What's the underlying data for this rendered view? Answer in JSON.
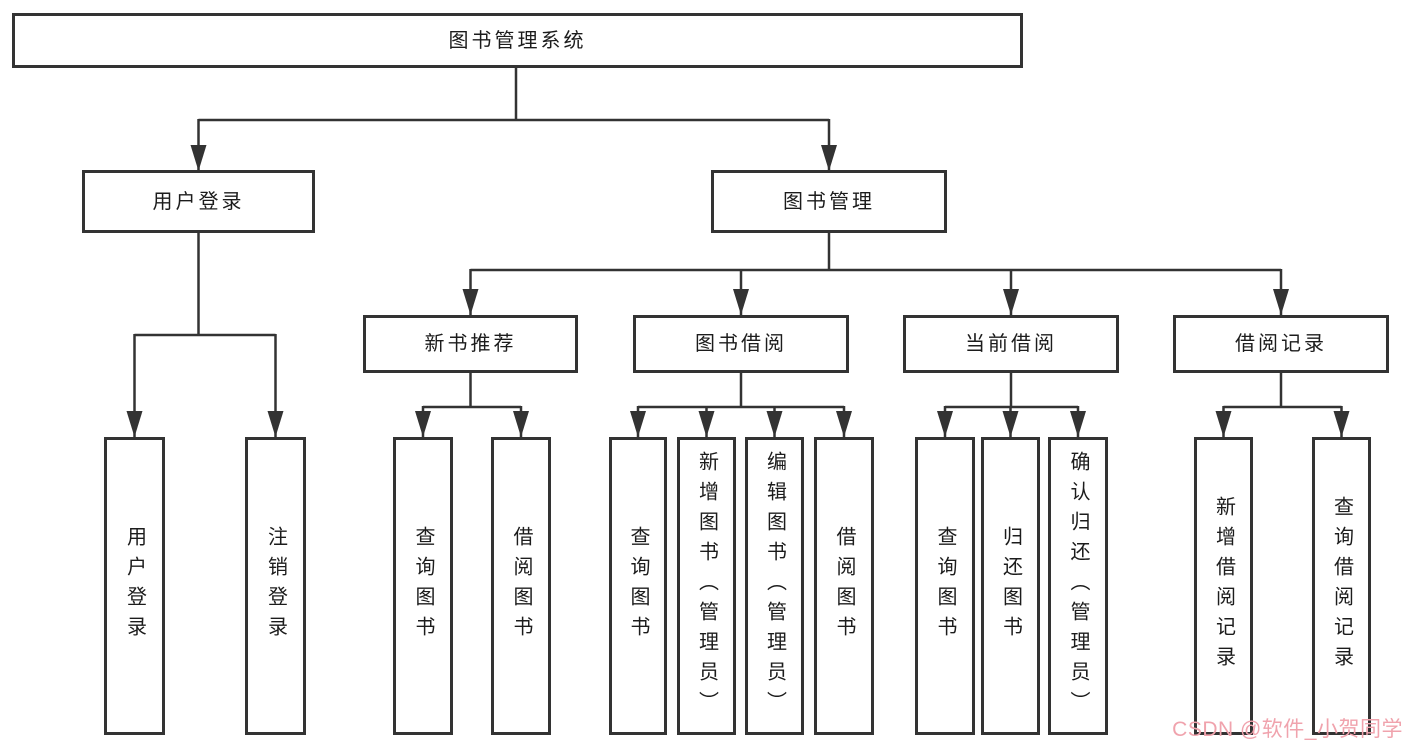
{
  "nodes": {
    "root": "图书管理系统",
    "user_login": "用户登录",
    "book_mgmt": "图书管理",
    "new_book_rec": "新书推荐",
    "book_borrow": "图书借阅",
    "current_borrow": "当前借阅",
    "borrow_record": "借阅记录",
    "leaf_user_login": "用户登录",
    "leaf_logout": "注销登录",
    "leaf_query_book_a": "查询图书",
    "leaf_borrow_book_a": "借阅图书",
    "leaf_query_book_b": "查询图书",
    "leaf_add_book": "新增图书（管理员）",
    "leaf_edit_book": "编辑图书（管理员）",
    "leaf_borrow_book_b": "借阅图书",
    "leaf_query_book_c": "查询图书",
    "leaf_return_book": "归还图书",
    "leaf_confirm_return": "确认归还（管理员）",
    "leaf_add_borrow_record": "新增借阅记录",
    "leaf_query_borrow_record": "查询借阅记录"
  },
  "tree": {
    "root": {
      "user_login": [
        "leaf_user_login",
        "leaf_logout"
      ],
      "book_mgmt": {
        "new_book_rec": [
          "leaf_query_book_a",
          "leaf_borrow_book_a"
        ],
        "book_borrow": [
          "leaf_query_book_b",
          "leaf_add_book",
          "leaf_edit_book",
          "leaf_borrow_book_b"
        ],
        "current_borrow": [
          "leaf_query_book_c",
          "leaf_return_book",
          "leaf_confirm_return"
        ],
        "borrow_record": [
          "leaf_add_borrow_record",
          "leaf_query_borrow_record"
        ]
      }
    }
  },
  "watermark": {
    "text": "CSDN @软件_小贺同学",
    "color": "#f0a3ad"
  },
  "colors": {
    "line": "#333333",
    "text": "#1c1c1c",
    "background": "#ffffff"
  }
}
